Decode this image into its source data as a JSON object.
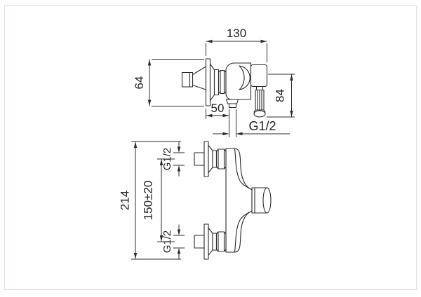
{
  "drawing": {
    "subject": "shower-mixer-technical-drawing",
    "views": {
      "side": {
        "dim_overall_width": "130",
        "dim_flange": "64",
        "dim_outlet_offset": "50",
        "dim_handle": "84",
        "outlet_thread": "G1/2"
      },
      "plan": {
        "dim_overall_height": "214",
        "dim_inlet_centres": "150±20",
        "inlet_thread_top": "G1/2",
        "inlet_thread_bottom": "G1/2"
      }
    },
    "colors": {
      "line": "#2b2b2b",
      "text": "#222222",
      "frame_border": "#e8dee3",
      "background": "#ffffff"
    }
  }
}
